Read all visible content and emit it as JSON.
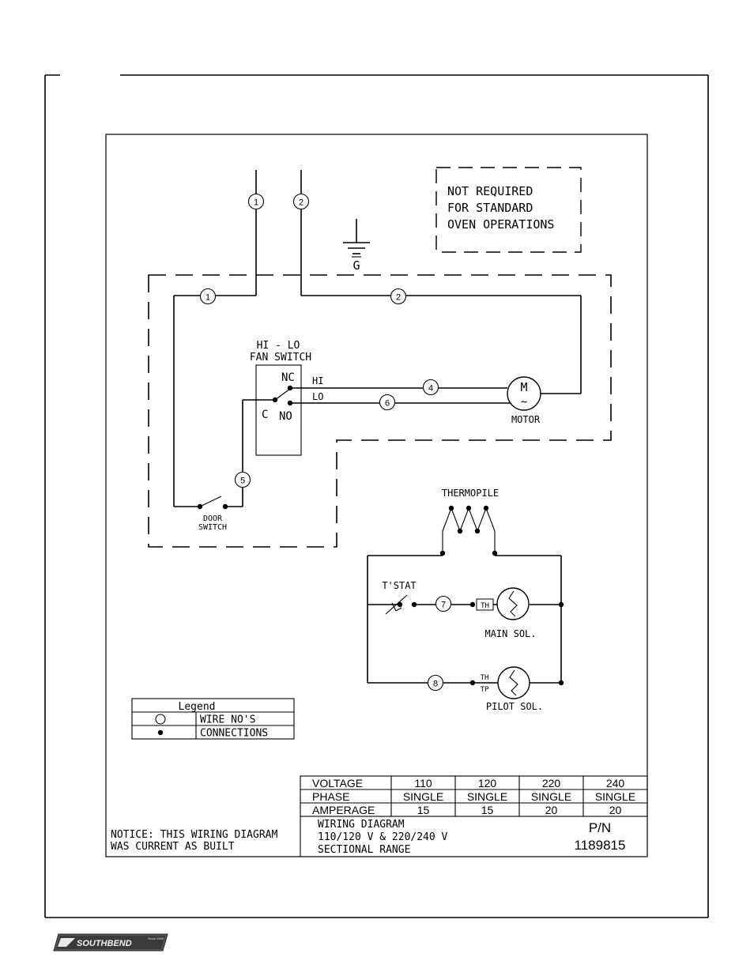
{
  "notice": {
    "lines": [
      "NOT REQUIRED",
      "FOR STANDARD",
      "OVEN OPERATIONS"
    ]
  },
  "ground_label": "G",
  "wire_numbers": {
    "w1": "1",
    "w2": "2",
    "w4": "4",
    "w5": "5",
    "w6": "6",
    "w7": "7",
    "w8": "8"
  },
  "fan_switch": {
    "title_line1": "HI - LO",
    "title_line2": "FAN SWITCH",
    "nc": "NC",
    "c": "C",
    "no": "NO",
    "hi": "HI",
    "lo": "LO"
  },
  "motor": {
    "symbol": "M",
    "tilde": "~",
    "label": "MOTOR"
  },
  "door_switch": {
    "line1": "DOOR",
    "line2": "SWITCH"
  },
  "thermopile": "THERMOPILE",
  "tstat": "T'STAT",
  "main_sol": {
    "th": "TH",
    "label": "MAIN SOL."
  },
  "pilot_sol": {
    "th": "TH",
    "tp": "TP",
    "label": "PILOT SOL."
  },
  "legend": {
    "title": "Legend",
    "rows": [
      {
        "icon": "open-circle-icon",
        "text": "WIRE NO'S"
      },
      {
        "icon": "filled-dot-icon",
        "text": "CONNECTIONS"
      }
    ]
  },
  "spec_table": {
    "rows": [
      {
        "label": "VOLTAGE",
        "values": [
          "110",
          "120",
          "220",
          "240"
        ]
      },
      {
        "label": "PHASE",
        "values": [
          "SINGLE",
          "SINGLE",
          "SINGLE",
          "SINGLE"
        ]
      },
      {
        "label": "AMPERAGE",
        "values": [
          "15",
          "15",
          "20",
          "20"
        ]
      }
    ]
  },
  "title_block": {
    "lines": [
      "WIRING DIAGRAM",
      "110/120 V & 220/240 V",
      "SECTIONAL RANGE"
    ],
    "pn_label": "P/N",
    "pn_value": "1189815"
  },
  "footer_notice": [
    "NOTICE: THIS WIRING DIAGRAM",
    "WAS CURRENT AS BUILT"
  ],
  "logo": {
    "brand": "SOUTHBEND",
    "since": "Since 1898"
  }
}
